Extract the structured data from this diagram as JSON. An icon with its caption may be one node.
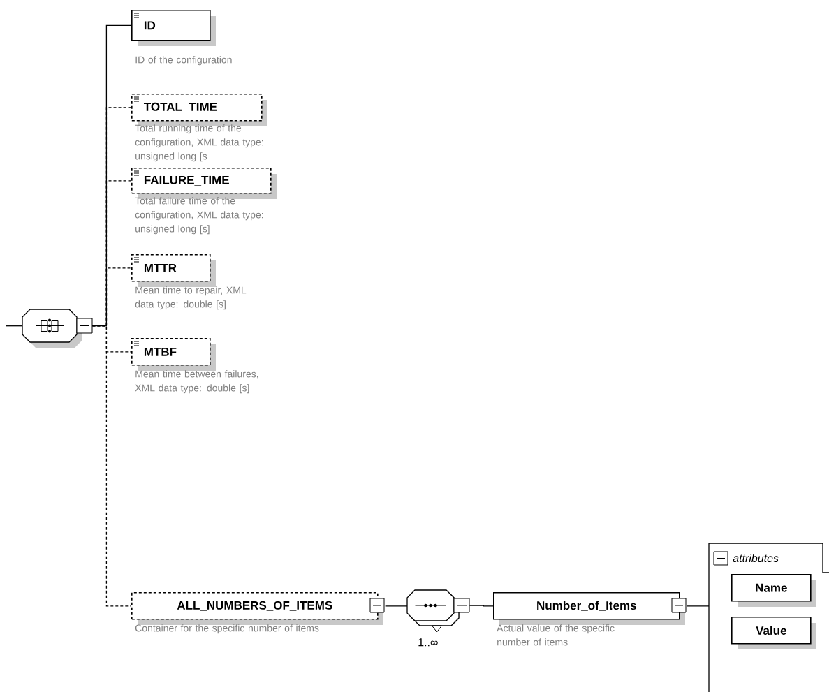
{
  "diagram": {
    "nodes": [
      {
        "text": [],
        "shape": "octagon"
      },
      {
        "text": [
          "ID"
        ],
        "beside": [
          "ID of the configuration"
        ]
      },
      {
        "text": [
          "TOTAL_TIME"
        ],
        "beside": [
          "Total running time of the configuration, XML data type: unsigned long [s"
        ]
      },
      {
        "text": [
          "FAILURE_TIME"
        ],
        "beside": [
          "Total failure time of the configuration, XML data type: unsigned long [s]"
        ]
      },
      {
        "text": [
          "MTTR"
        ],
        "beside": [
          "Mean time to repair, XML data type: double [s]"
        ]
      },
      {
        "text": [
          "MTBF"
        ],
        "beside": [
          "Mean time between failures, XML data type: double [s]"
        ]
      },
      {
        "text": [
          "ALL_NUMBERS_OF_ITEMS"
        ],
        "beside": [
          "Container for the specific number of items"
        ]
      },
      {
        "text": [],
        "shape": "octagon",
        "beside": [
          "1..∞"
        ]
      },
      {
        "text": [
          "Number_of_Items"
        ],
        "beside": [
          "Actual value of the specific number of items"
        ]
      },
      {
        "text": [
          "attributes"
        ]
      },
      {
        "text": [
          "Name"
        ],
        "in": 9
      },
      {
        "text": [
          "Value"
        ],
        "in": 9
      }
    ],
    "edges": [
      {
        "from": null,
        "to": 0,
        "arrow": "none"
      },
      {
        "from": 0,
        "to": 1,
        "arrow": "none"
      },
      {
        "from": 0,
        "to": 2,
        "arrow": "none",
        "style": "dashed"
      },
      {
        "from": 0,
        "to": 3,
        "arrow": "none",
        "style": "dashed"
      },
      {
        "from": 0,
        "to": 4,
        "arrow": "none",
        "style": "dashed"
      },
      {
        "from": 0,
        "to": 5,
        "arrow": "none",
        "style": "dashed"
      },
      {
        "from": 0,
        "to": 6,
        "arrow": "none",
        "style": "dashed"
      },
      {
        "from": 6,
        "to": 7,
        "arrow": "none"
      },
      {
        "from": 7,
        "to": 8,
        "arrow": "none"
      },
      {
        "from": 8,
        "to": 9,
        "arrow": "none"
      }
    ]
  }
}
